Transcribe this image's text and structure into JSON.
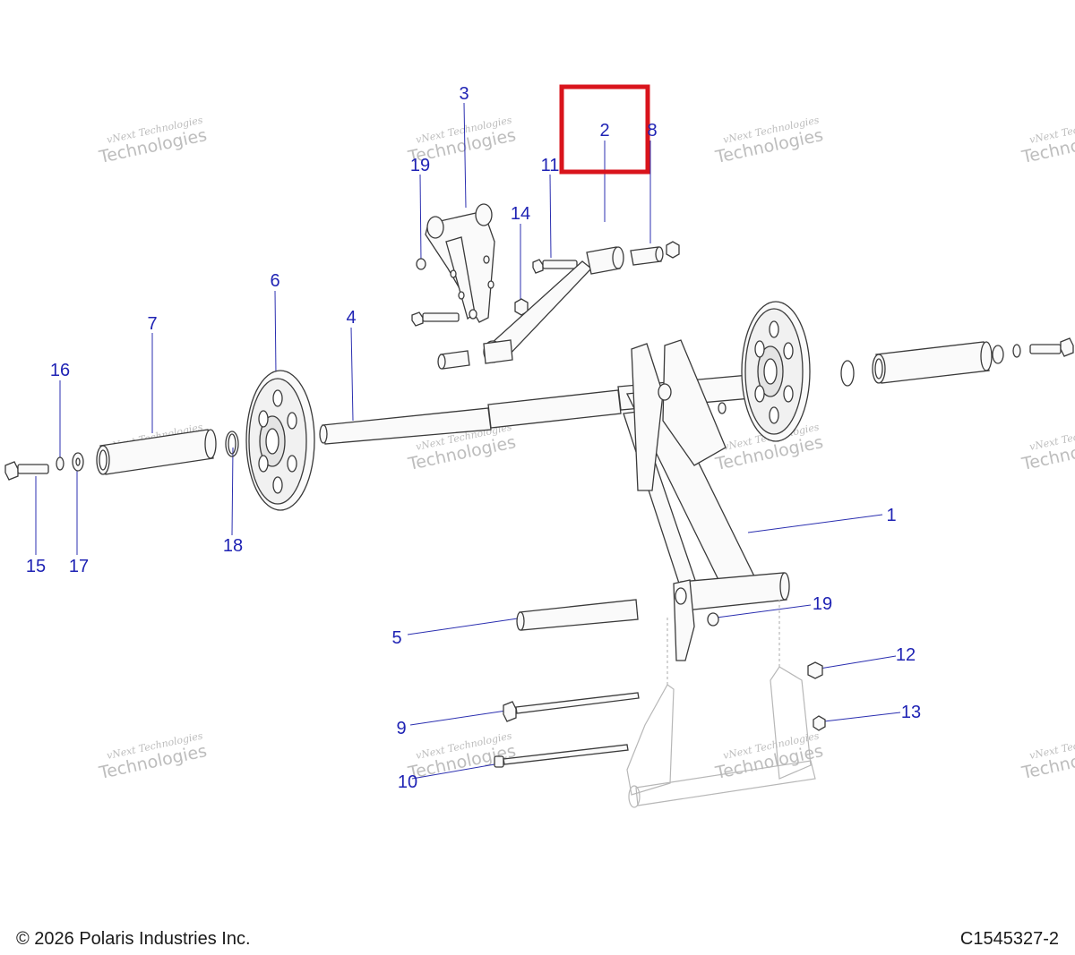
{
  "footer": {
    "copyright": "© 2026 Polaris Industries Inc.",
    "figure_id": "C1545327-2"
  },
  "watermark": {
    "line1": "vNext Technologies",
    "line2": "Technologies"
  },
  "callouts": {
    "c1": "1",
    "c2": "2",
    "c3": "3",
    "c3b": "8",
    "c4": "4",
    "c5": "5",
    "c6": "6",
    "c7": "7",
    "c9": "9",
    "c10": "10",
    "c11": "11",
    "c12": "12",
    "c13": "13",
    "c14": "14",
    "c15": "15",
    "c16": "16",
    "c17": "17",
    "c18": "18",
    "c19a": "19",
    "c19b": "19"
  },
  "colors": {
    "callout": "#1f23b4",
    "highlight": "#d9141c",
    "stroke": "#3a3a3a",
    "watermark": "#bdbdbd"
  }
}
